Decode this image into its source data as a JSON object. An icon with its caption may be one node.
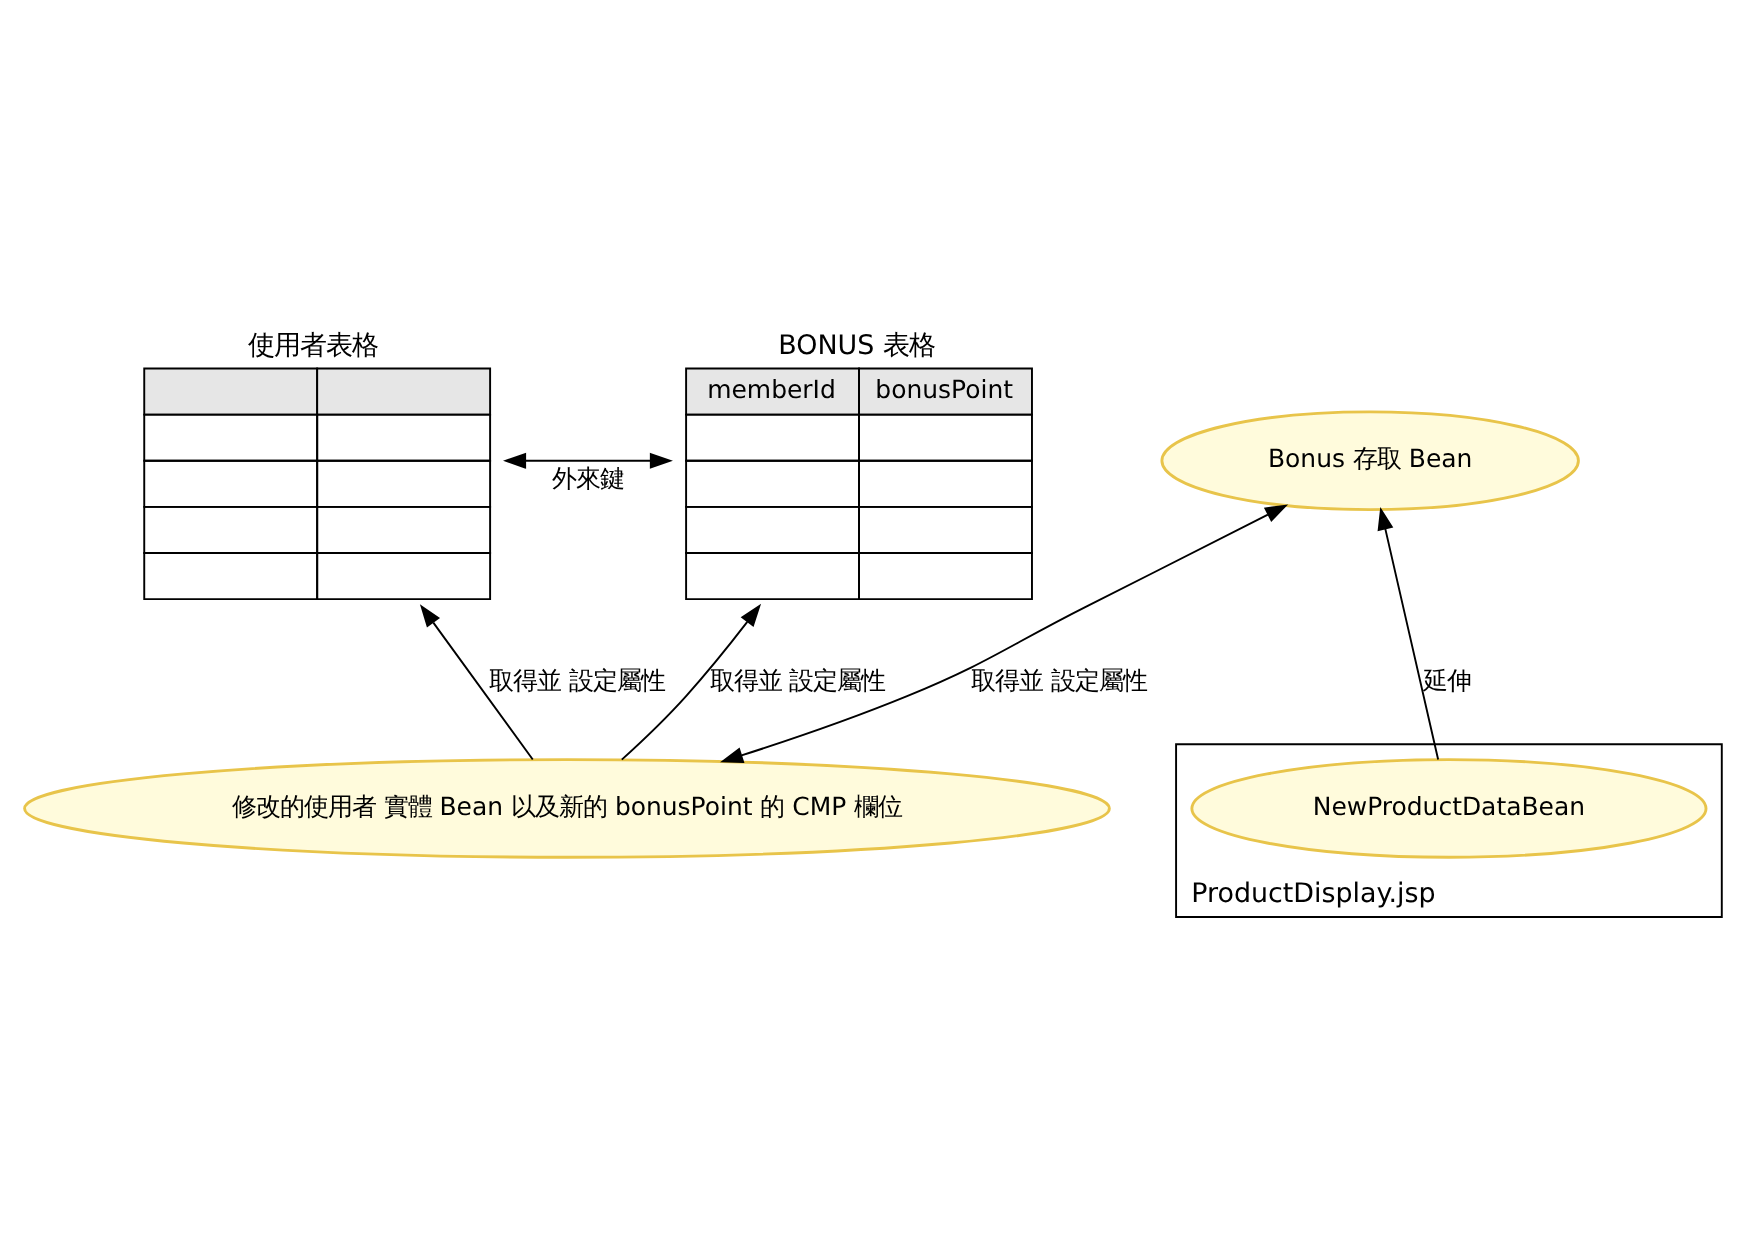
{
  "diagram": {
    "nodes": [
      {
        "text": [
          "使用者表格"
        ]
      },
      {
        "text": [
          "BONUS 表格",
          "memberId",
          "bonusPoint"
        ]
      },
      {
        "text": [
          "修改的使用者 實體 Bean 以及新的 bonusPoint 的 CMP 欄位"
        ]
      },
      {
        "text": [
          "Bonus 存取 Bean"
        ]
      },
      {
        "text": [
          "ProductDisplay.jsp"
        ]
      },
      {
        "text": [
          "NewProductDataBean"
        ],
        "in": 4
      }
    ],
    "edges": [
      {
        "from": 0,
        "to": 1,
        "arrow": "both",
        "label": "外來鍵"
      },
      {
        "from": 2,
        "to": 0,
        "arrow": "to",
        "label": "取得並 設定屬性"
      },
      {
        "from": 2,
        "to": 1,
        "arrow": "to",
        "label": "取得並 設定屬性"
      },
      {
        "from": 2,
        "to": 3,
        "arrow": "both",
        "label": "取得並 設定屬性"
      },
      {
        "from": 5,
        "to": 3,
        "arrow": "to",
        "label": "延伸"
      }
    ]
  }
}
